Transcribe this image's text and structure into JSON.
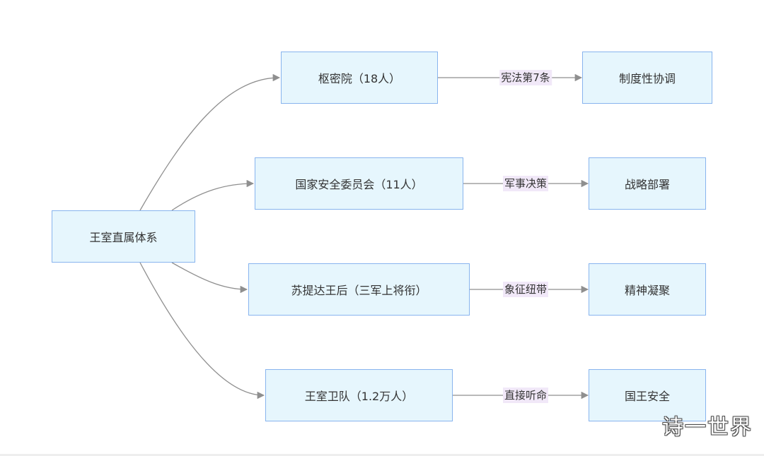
{
  "diagram": {
    "root": {
      "id": "root",
      "label": "王室直属体系"
    },
    "branches": [
      {
        "node": {
          "id": "b1",
          "label": "枢密院（18人）"
        },
        "edge_label": "宪法第7条",
        "target": {
          "id": "t1",
          "label": "制度性协调"
        }
      },
      {
        "node": {
          "id": "b2",
          "label": "国家安全委员会（11人）"
        },
        "edge_label": "军事决策",
        "target": {
          "id": "t2",
          "label": "战略部署"
        }
      },
      {
        "node": {
          "id": "b3",
          "label": "苏提达王后（三军上将衔）"
        },
        "edge_label": "象征纽带",
        "target": {
          "id": "t3",
          "label": "精神凝聚"
        }
      },
      {
        "node": {
          "id": "b4",
          "label": "王室卫队（1.2万人）"
        },
        "edge_label": "直接听命",
        "target": {
          "id": "t4",
          "label": "国王安全"
        }
      }
    ],
    "colors": {
      "node_fill": "#e6f6fd",
      "node_border": "#88b4ee",
      "edge": "#8f8f8f",
      "edge_label_bg": "#f1e8f8",
      "text": "#333333"
    }
  },
  "watermark": "诗一世界"
}
